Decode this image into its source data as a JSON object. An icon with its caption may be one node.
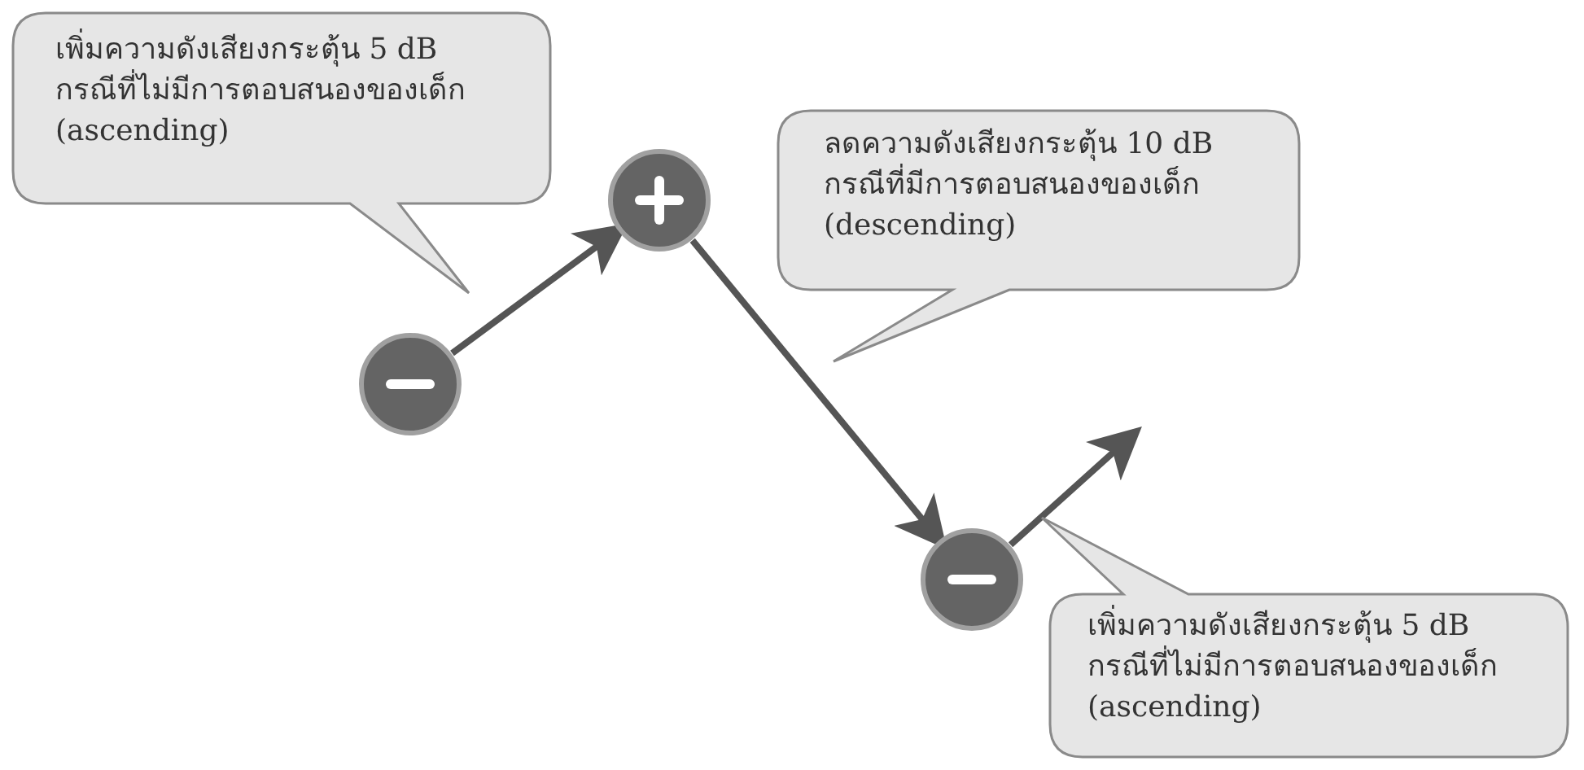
{
  "diagram": {
    "nodes": [
      {
        "text": [
          "เพิ่มความดังเสียงกระตุ้น 5 dB กรณีที่ไม่มีการตอบสนองของเด็ก (ascending)"
        ]
      },
      {
        "text": [
          "ลดความดังเสียงกระตุ้น 10 dB กรณีที่มีการตอบสนองของเด็ก (descending)"
        ]
      },
      {
        "text": [],
        "shape": "circle"
      },
      {
        "text": [],
        "shape": "circle"
      },
      {
        "text": [],
        "shape": "circle"
      },
      {
        "text": [
          "เพิ่มความดังเสียงกระตุ้น 5 dB กรณีที่ไม่มีการตอบสนองของเด็ก (ascending)"
        ]
      }
    ],
    "edges": [
      {
        "from": 2,
        "to": 3,
        "arrow": "to"
      },
      {
        "from": 3,
        "to": 4,
        "arrow": "to"
      },
      {
        "from": 4,
        "to": null,
        "arrow": "to"
      }
    ]
  }
}
